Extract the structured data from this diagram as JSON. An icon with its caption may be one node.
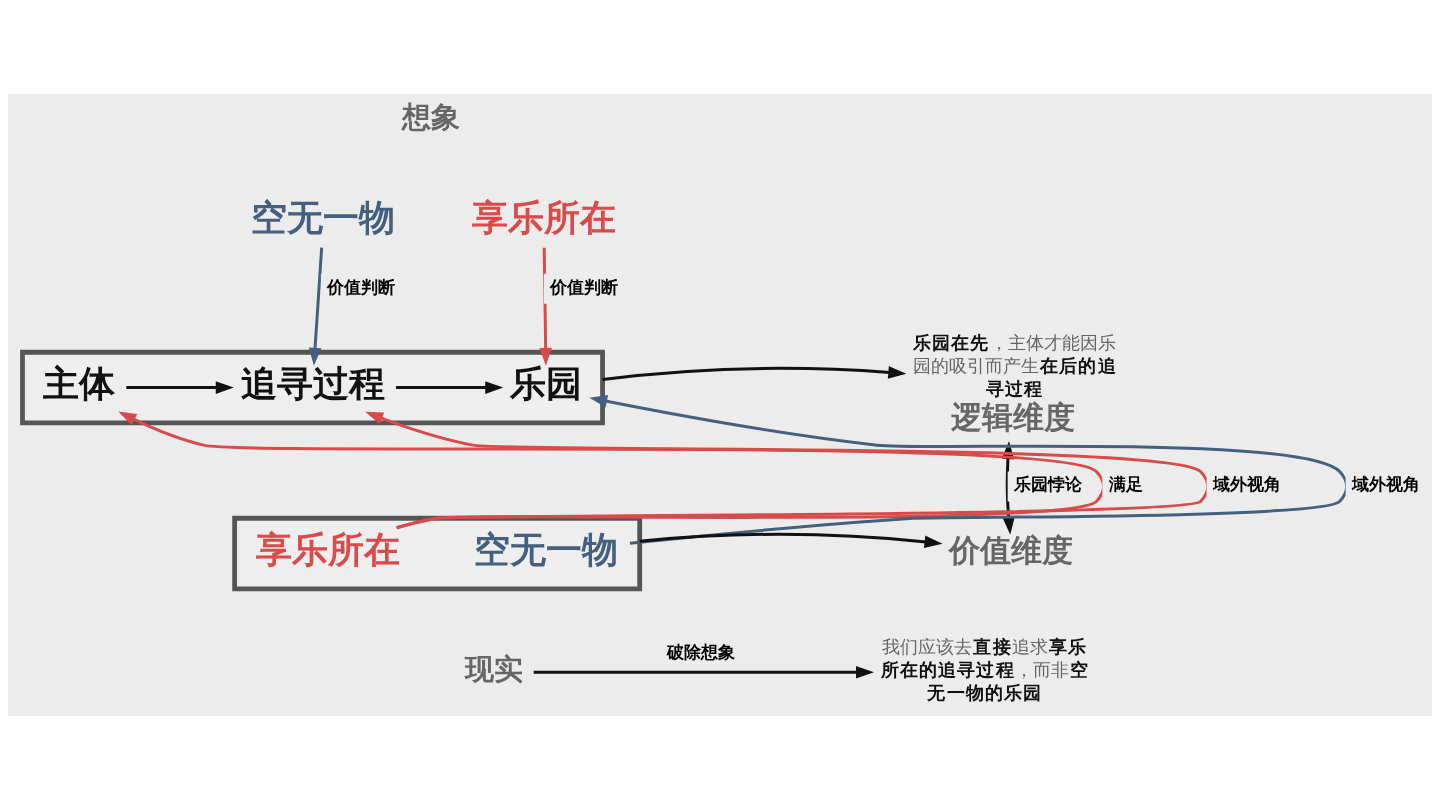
{
  "diagram": {
    "nodes": [
      {
        "text": [
          "空无一物"
        ]
      },
      {
        "text": [
          "享乐所在"
        ]
      },
      {
        "text": [],
        "shape": "box"
      },
      {
        "text": [
          "主体"
        ],
        "in": 2
      },
      {
        "text": [
          "追寻过程"
        ],
        "in": 2
      },
      {
        "text": [
          "乐园"
        ],
        "in": 2
      },
      {
        "text": [
          "逻辑维度"
        ],
        "beside": [
          "**乐园在先**，主体才能因乐园的吸引而产生**在后的追寻过程**"
        ]
      },
      {
        "text": [
          "价值维度"
        ]
      },
      {
        "text": [],
        "shape": "box"
      },
      {
        "text": [
          "享乐所在"
        ],
        "in": 8
      },
      {
        "text": [
          "空无一物"
        ],
        "in": 8
      },
      {
        "text": [
          "我们应该去**直接**追求**享乐所在的追寻过程**，而非**空无一物的乐园**"
        ]
      },
      {
        "text": [
          "现实"
        ]
      }
    ],
    "edges": [
      {
        "from": 0,
        "to": 4,
        "arrow": "to",
        "label": "价值判断",
        "color": "#44607e"
      },
      {
        "from": 1,
        "to": 5,
        "arrow": "to",
        "label": "价值判断",
        "color": "#d94a4a"
      },
      {
        "from": 3,
        "to": 4,
        "arrow": "to"
      },
      {
        "from": 4,
        "to": 5,
        "arrow": "to"
      },
      {
        "from": 9,
        "to": 4,
        "arrow": "to",
        "label": "域外视角",
        "color": "#d94a4a"
      },
      {
        "from": 10,
        "to": 5,
        "arrow": "to",
        "label": "域外视角",
        "color": "#44607e"
      },
      {
        "from": 9,
        "to": 3,
        "arrow": "to",
        "label": "满足",
        "color": "#d94a4a"
      },
      {
        "from": 2,
        "to": 6,
        "arrow": "to"
      },
      {
        "from": 8,
        "to": 7,
        "arrow": "to"
      },
      {
        "from": 6,
        "to": 7,
        "arrow": "both",
        "label": "乐园悖论"
      },
      {
        "from": 12,
        "to": 11,
        "arrow": "to",
        "label": "破除想象"
      }
    ],
    "labels": [
      "想象"
    ]
  }
}
